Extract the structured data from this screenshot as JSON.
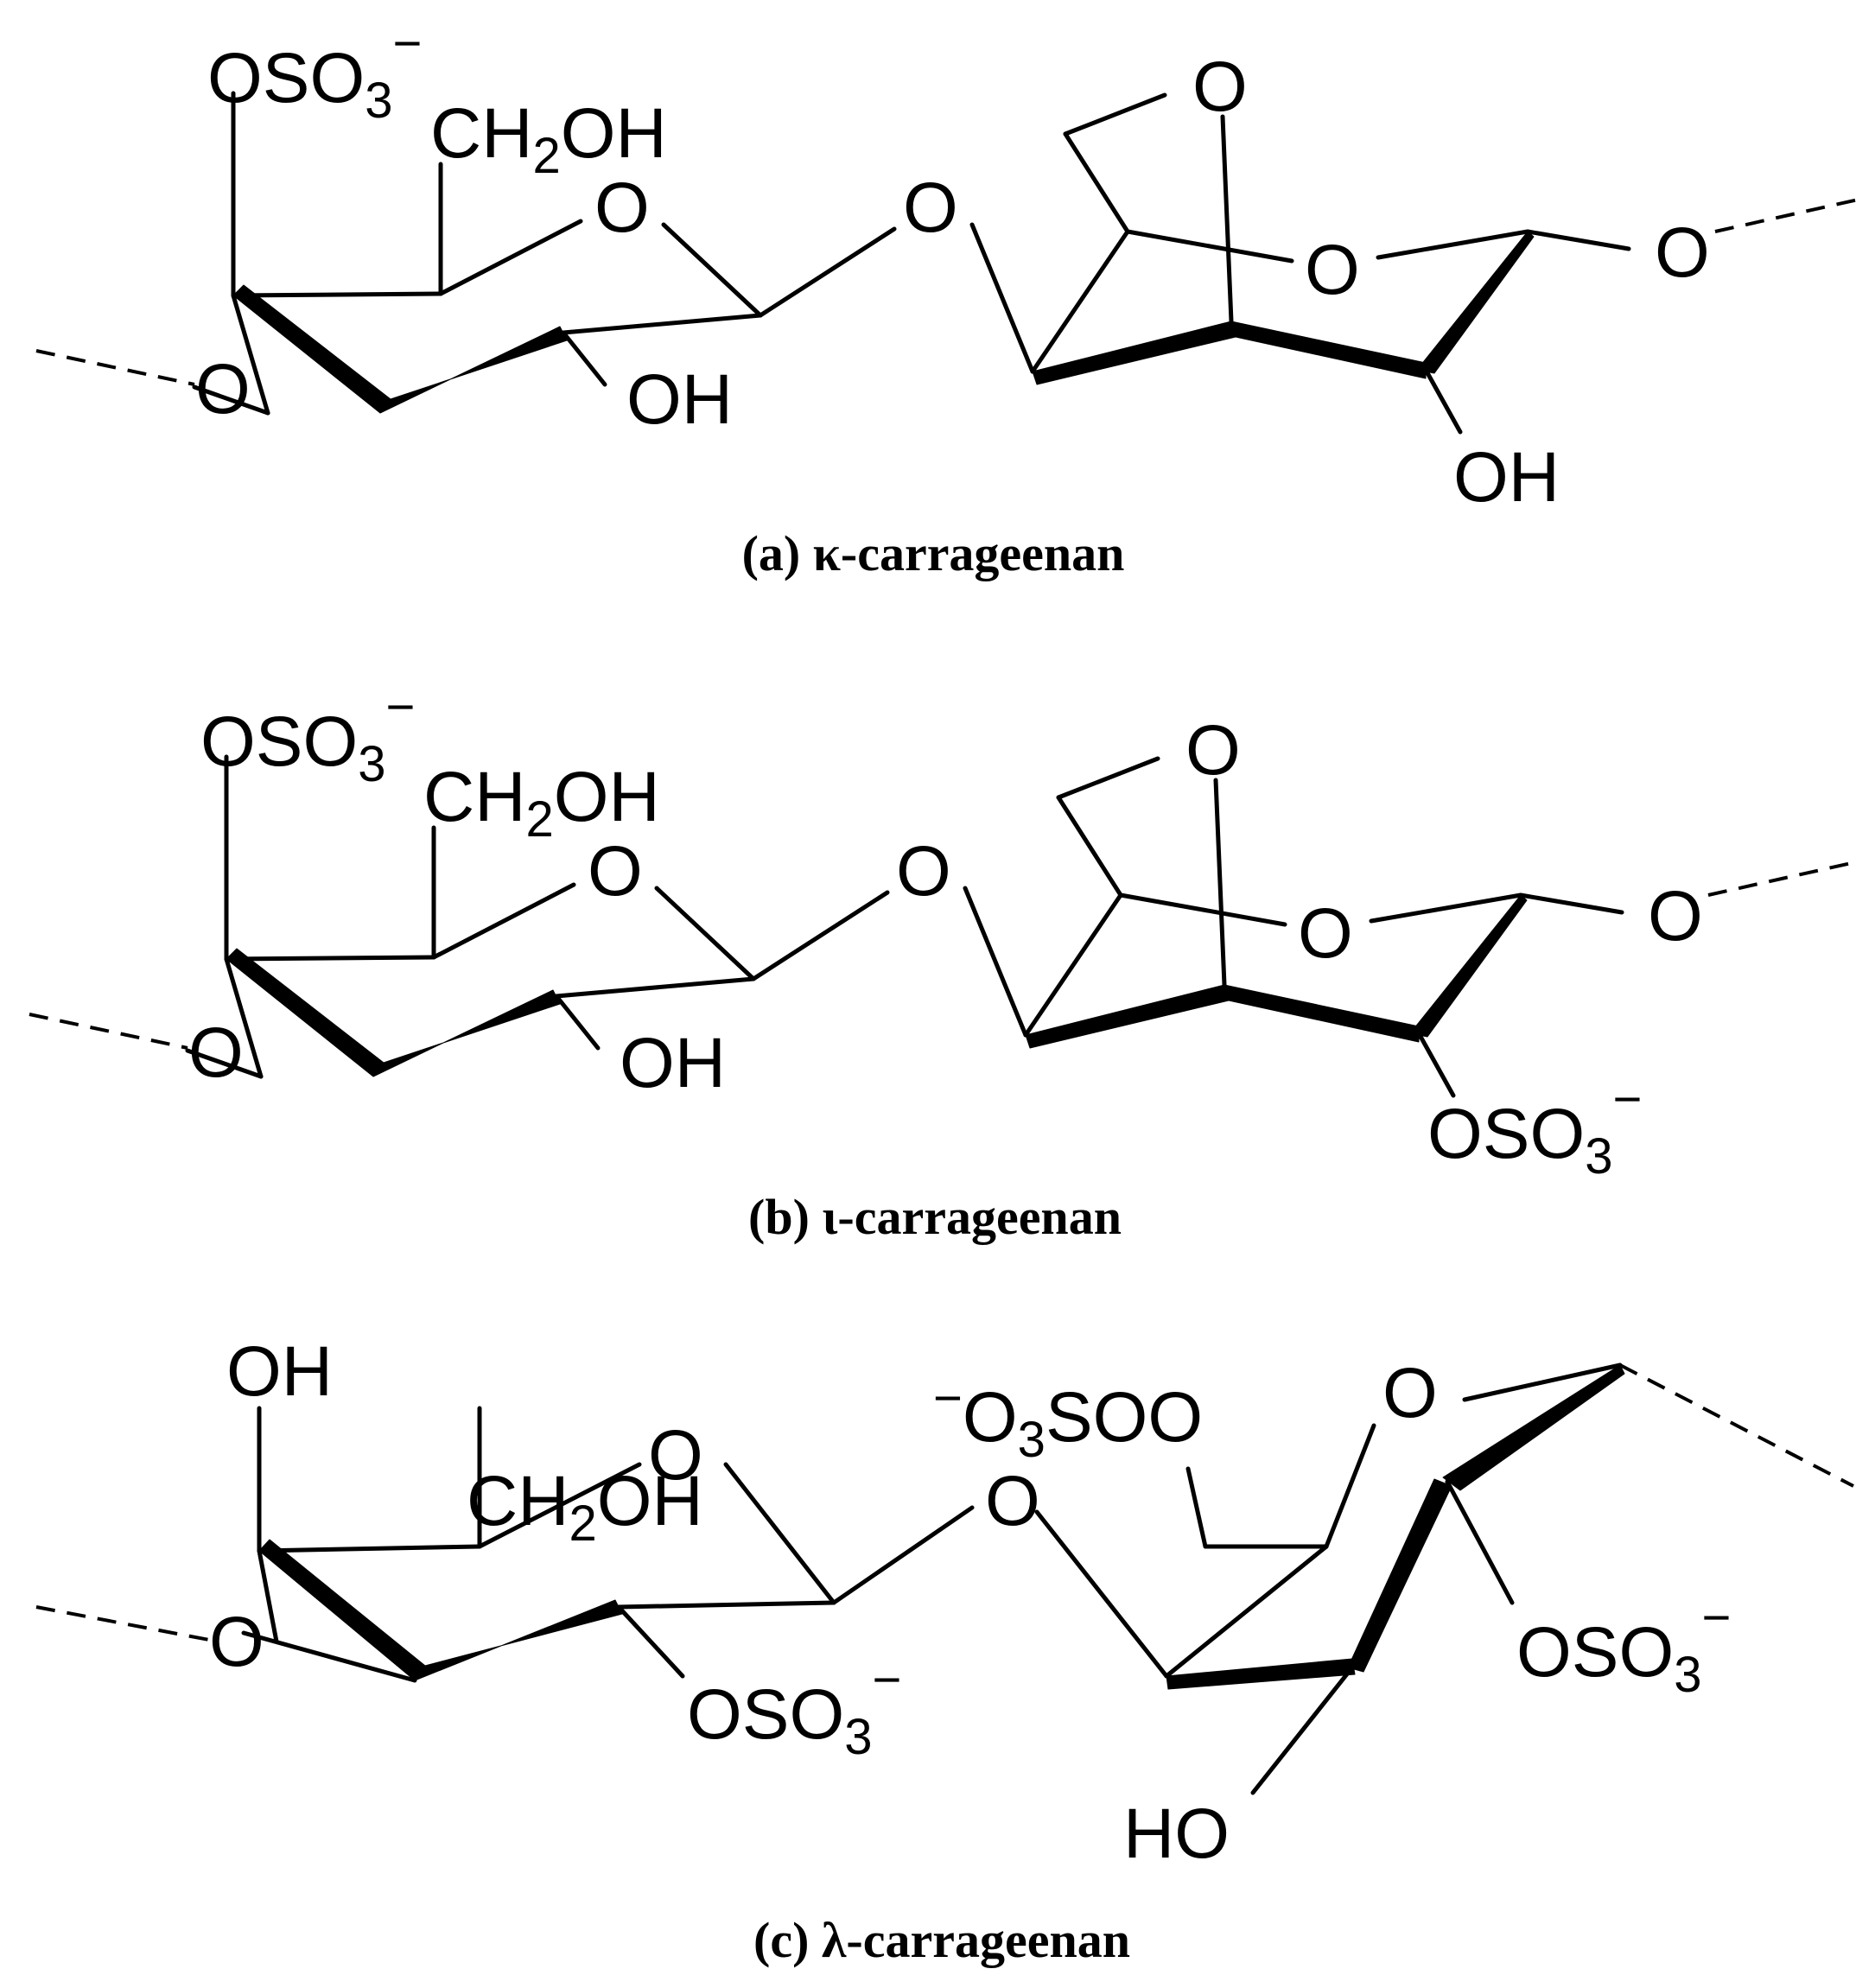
{
  "labels": {
    "OSO3": "OSO",
    "O3SO_prefix": "O",
    "O3SO_suffix": "SO",
    "three": "3",
    "two": "2",
    "minus": "−",
    "CH2OH_a": "CH",
    "CH2OH_b": "OH",
    "O": "O",
    "OH": "OH",
    "HO": "HO"
  },
  "captions": {
    "a": "(a) κ-carrageenan",
    "b": "(b) ι-carrageenan",
    "c": "(c) λ-carrageenan"
  }
}
